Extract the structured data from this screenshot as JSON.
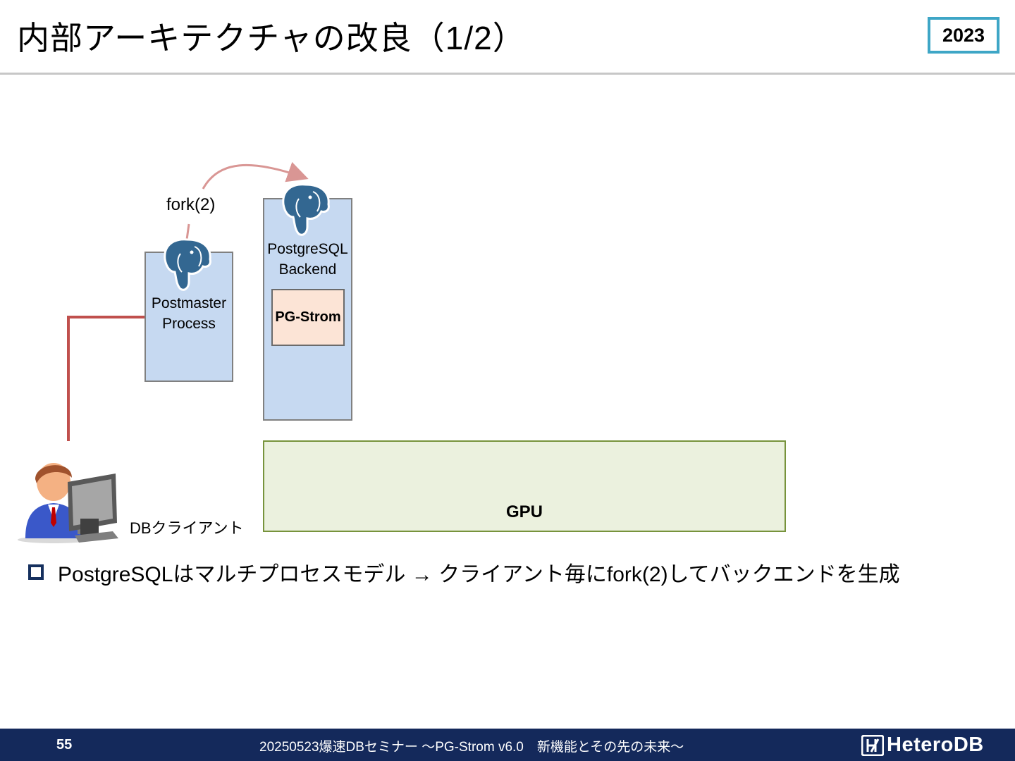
{
  "slide": {
    "title": "内部アーキテクチャの改良（1/2）",
    "year_badge": "2023"
  },
  "diagram": {
    "postmaster": {
      "line1": "Postmaster",
      "line2": "Process"
    },
    "backend": {
      "line1": "PostgreSQL",
      "line2": "Backend"
    },
    "pgstrom_label": "PG-Strom",
    "gpu_label": "GPU",
    "fork_label": "fork(2)",
    "client_label": "DBクライアント",
    "icons": [
      "postgresql-elephant-icon",
      "db-client-user-icon"
    ],
    "colors": {
      "process_fill": "#c6d9f1",
      "pgstrom_fill": "#fce4d6",
      "gpu_fill": "#ebf1de",
      "gpu_border": "#77933c",
      "connection_line": "#c0504d",
      "fork_arrow": "#d99694",
      "elephant": "#336791"
    }
  },
  "bullets": [
    {
      "text": "PostgreSQLはマルチプロセスモデル → クライアント毎にfork(2)してバックエンドを生成"
    }
  ],
  "footer": {
    "page_number": "55",
    "title": "20250523爆速DBセミナー ～PG-Strom v6.0　新機能とその先の未来～",
    "logo_text": "HeteroDB"
  }
}
